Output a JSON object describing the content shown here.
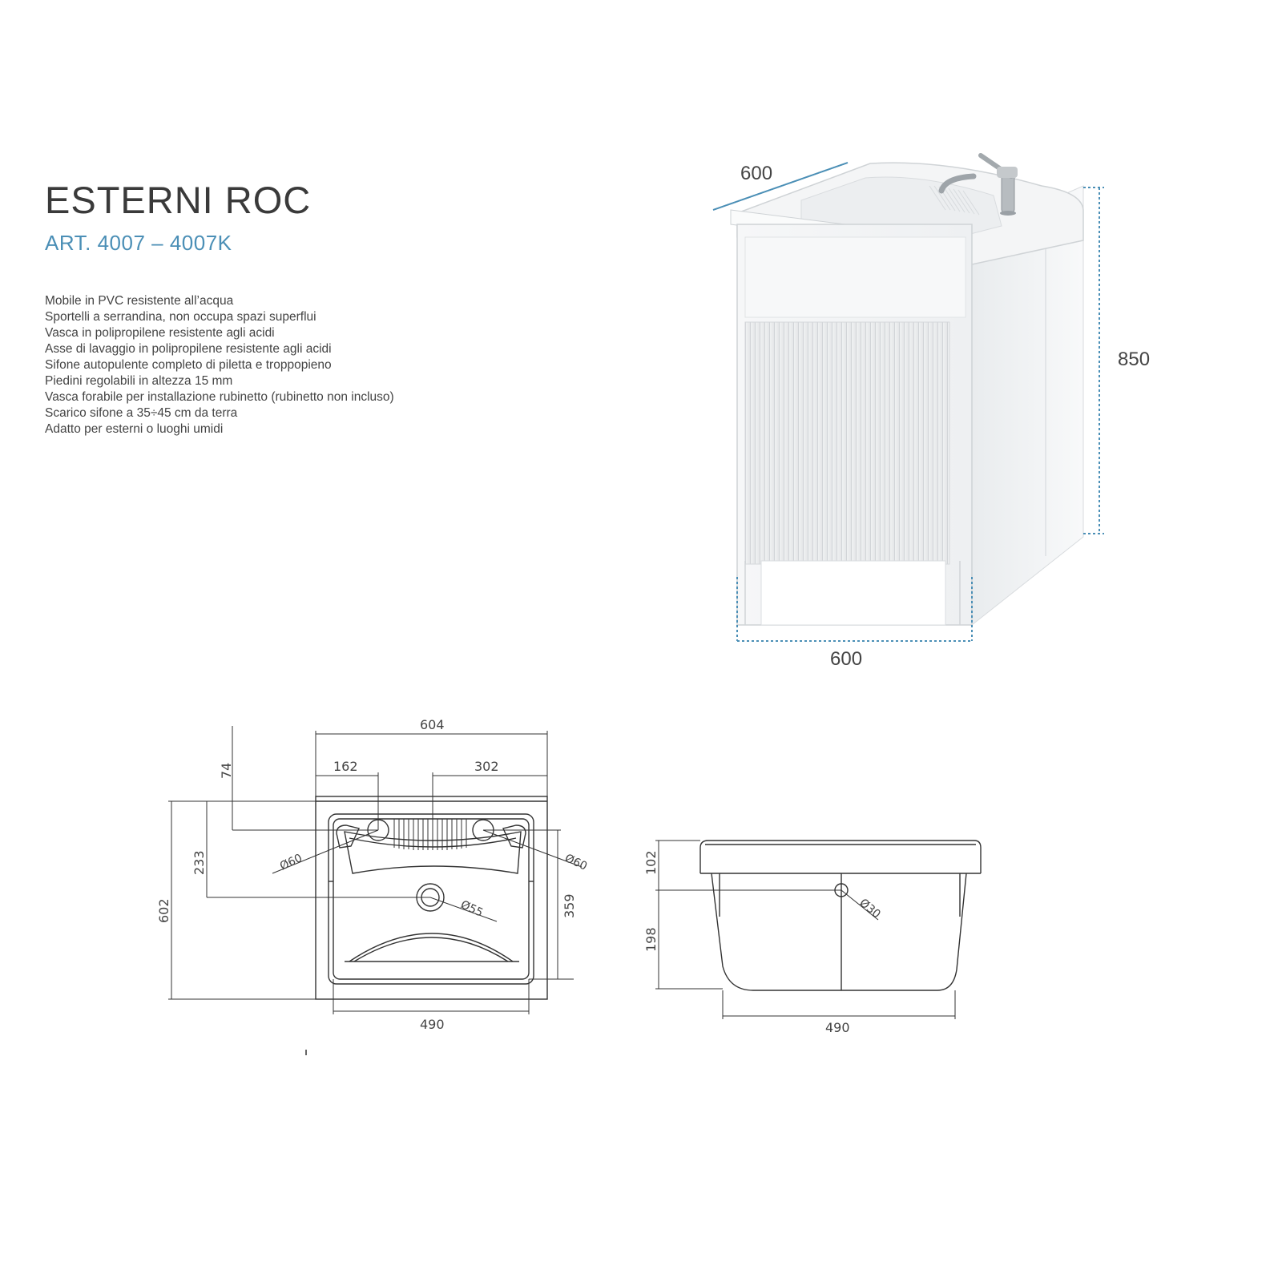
{
  "product": {
    "title": "ESTERNI ROC",
    "article": "ART. 4007 – 4007K"
  },
  "features": [
    "Mobile in PVC resistente all’acqua",
    "Sportelli a serrandina, non occupa spazi superflui",
    "Vasca in polipropilene resistente agli acidi",
    "Asse di lavaggio in polipropilene resistente agli acidi",
    "Sifone autopulente completo di piletta e troppopieno",
    "Piedini regolabili in altezza 15 mm",
    "Vasca forabile per installazione rubinetto (rubinetto non incluso)",
    "Scarico sifone a 35÷45 cm da terra",
    "Adatto per esterni o luoghi umidi"
  ],
  "cabinet_dimensions": {
    "depth": "600",
    "height": "850",
    "width": "600"
  },
  "top_view_dimensions": {
    "overall_width": "604",
    "left_hole_offset": "162",
    "right_hole_offset": "302",
    "rim_depth": "74",
    "drain_offset": "233",
    "overall_depth": "602",
    "basin_depth": "359",
    "basin_width": "490",
    "left_hole_diameter": "Ø60",
    "right_hole_diameter": "Ø60",
    "drain_diameter": "Ø55"
  },
  "side_view_dimensions": {
    "top_height": "102",
    "bottom_height": "198",
    "width": "490",
    "overflow_diameter": "Ø30"
  },
  "colors": {
    "dimension_accent": "#4b8fb6",
    "title": "#3a3a3a",
    "line": "#333333"
  }
}
